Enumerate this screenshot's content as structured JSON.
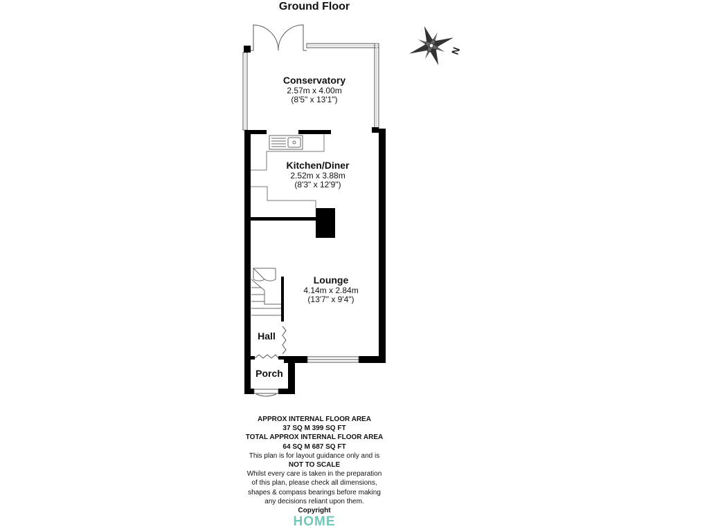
{
  "floor_title": "Ground Floor",
  "compass": {
    "label": "N"
  },
  "rooms": [
    {
      "name": "Conservatory",
      "size_metric": "2.57m x 4.00m",
      "size_imperial": "(8'5\" x 13'1\")"
    },
    {
      "name": "Kitchen/Diner",
      "size_metric": "2.52m x 3.88m",
      "size_imperial": "(8'3\" x 12'9\")"
    },
    {
      "name": "Lounge",
      "size_metric": "4.14m x 2.84m",
      "size_imperial": "(13'7\" x 9'4\")"
    },
    {
      "name": "Hall"
    },
    {
      "name": "Porch"
    }
  ],
  "notes": {
    "line1": "APPROX INTERNAL FLOOR AREA",
    "line2": "37 SQ M 399 SQ FT",
    "line3": "TOTAL APPROX INTERNAL FLOOR AREA",
    "line4": "64 SQ M 687 SQ FT",
    "line5": "This plan is for layout guidance only and is",
    "line6": "NOT TO SCALE",
    "line7": "Whilst every care is taken in the preparation",
    "line8": "of this plan, please check all dimensions,",
    "line9": "shapes & compass bearings before making",
    "line10": "any decisions reliant upon them.",
    "line11": "Copyright"
  },
  "logo": "HOME",
  "colors": {
    "wall": "#000000",
    "fixture": "#888888",
    "logo": "#6fc8b8"
  }
}
